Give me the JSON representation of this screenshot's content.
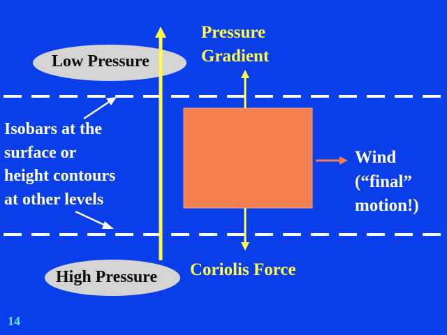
{
  "labels": {
    "low_pressure": "Low Pressure",
    "high_pressure": "High Pressure",
    "pressure_gradient": [
      "Pressure",
      "Gradient"
    ],
    "coriolis_force": "Coriolis Force",
    "isobars": [
      "Isobars at the",
      "surface or",
      "height contours",
      "at other levels"
    ],
    "wind": [
      "Wind",
      "(“final”",
      "motion!)"
    ]
  },
  "slide_number": "14",
  "colors": {
    "background": "#0a3ee8",
    "force_arrows": "#fffb4d",
    "text_labels": "#fffb4d",
    "air_parcel": "#f47f4e",
    "wind_arrow": "#f47f4e",
    "isobar_lines": "#ffffff",
    "pressure_ovals": "#d4d4d4",
    "slide_number": "#5fe6e6"
  }
}
